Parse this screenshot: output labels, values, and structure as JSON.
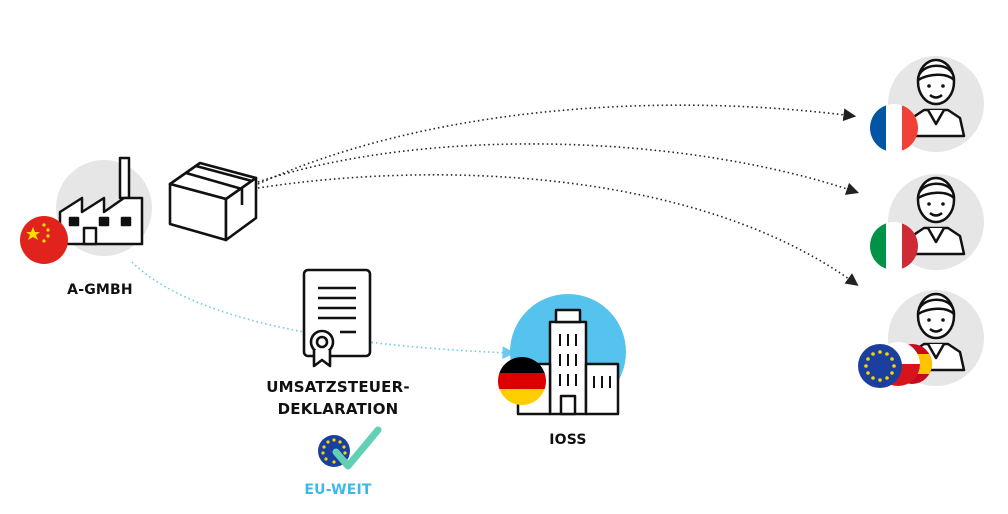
{
  "labels": {
    "company": "A-GMBH",
    "declaration_line1": "UMSATZSTEUER-",
    "declaration_line2": "DEKLARATION",
    "eu_wide": "EU-WEIT",
    "ioss": "IOSS"
  },
  "colors": {
    "circle_grey": "#e6e6e6",
    "ioss_circle": "#56c2ee",
    "dotted_black": "#222222",
    "dotted_blue": "#6cc8ee",
    "eu_blue": "#1b3f9e",
    "eu_star": "#f5d600",
    "check_green": "#62d0b4",
    "eu_weit_text": "#3fb7e8",
    "china_red": "#e0231c",
    "germany_black": "#000000",
    "germany_red": "#dd0000",
    "germany_gold": "#ffce00",
    "france_blue": "#0055a4",
    "france_red": "#ef4135",
    "italy_green": "#009246",
    "italy_red": "#ce2b37",
    "spain_red": "#c60b1e",
    "spain_yellow": "#ffc400",
    "czech_blue": "#11457e"
  },
  "icons": [
    "factory-icon",
    "china-flag-icon",
    "package-icon",
    "certificate-icon",
    "eu-check-icon",
    "government-building-icon",
    "germany-flag-icon",
    "customer-icon",
    "france-flag-icon",
    "italy-flag-icon",
    "eu-flag-icon",
    "czech-flag-icon",
    "spain-flag-icon"
  ]
}
